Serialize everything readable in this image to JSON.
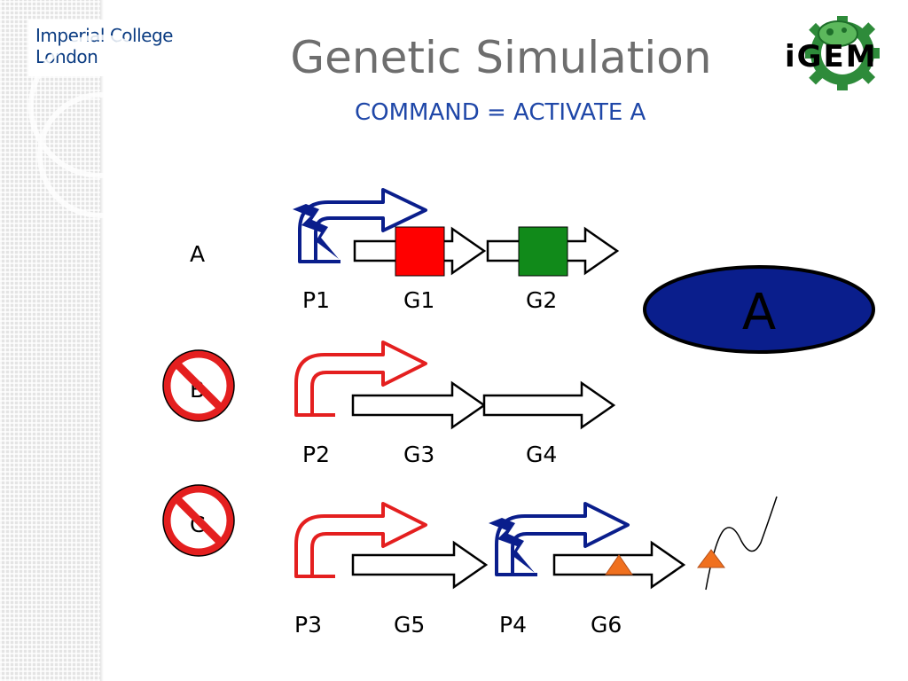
{
  "logo": {
    "line1": "Imperial College",
    "line2": "London"
  },
  "title": "Genetic Simulation",
  "subtitle": "COMMAND = ACTIVATE A",
  "igem_logo": {
    "text": "iGEM",
    "icon": "igem-gear-logo",
    "color": "#2e8b3a"
  },
  "inputs": [
    {
      "label": "A",
      "state": "active"
    },
    {
      "label": "B",
      "state": "blocked",
      "icon": "no-entry-icon"
    },
    {
      "label": "C",
      "state": "blocked",
      "icon": "no-entry-icon"
    }
  ],
  "parts": {
    "p1": "P1",
    "g1": "G1",
    "g2": "G2",
    "p2": "P2",
    "g3": "G3",
    "g4": "G4",
    "p3": "P3",
    "g5": "G5",
    "p4": "P4",
    "g6": "G6"
  },
  "protein": {
    "label": "A",
    "fill": "#0a1e8c"
  },
  "colors": {
    "active_promoter": "#0a1e8c",
    "inactive_promoter": "#e41f1f",
    "g1_product": "#ff0000",
    "g2_product": "#118a1a",
    "g6_product": "#f0701e"
  }
}
